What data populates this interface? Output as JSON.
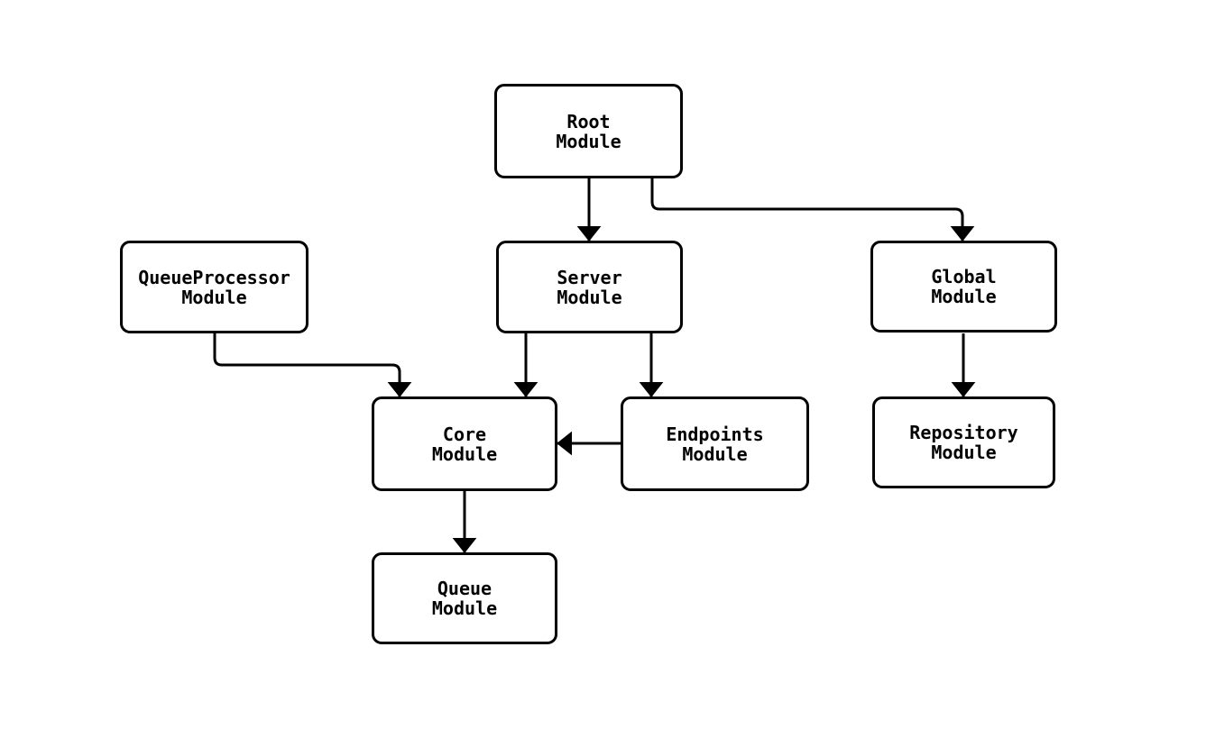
{
  "diagram": {
    "type": "flowchart",
    "direction": "top-down",
    "colors": {
      "stroke": "#000000",
      "node_fill": "#ffffff",
      "background": "#ffffff"
    },
    "nodes": {
      "root": {
        "label": "Root\nModule"
      },
      "server": {
        "label": "Server\nModule"
      },
      "queueprocessor": {
        "label": "QueueProcessor\nModule"
      },
      "global": {
        "label": "Global\nModule"
      },
      "core": {
        "label": "Core\nModule"
      },
      "endpoints": {
        "label": "Endpoints\nModule"
      },
      "repository": {
        "label": "Repository\nModule"
      },
      "queue": {
        "label": "Queue\nModule"
      }
    },
    "edges": [
      {
        "from": "Root Module",
        "to": "Server Module"
      },
      {
        "from": "Root Module",
        "to": "Global Module"
      },
      {
        "from": "Server Module",
        "to": "Core Module"
      },
      {
        "from": "Server Module",
        "to": "Endpoints Module"
      },
      {
        "from": "QueueProcessor Module",
        "to": "Core Module"
      },
      {
        "from": "Endpoints Module",
        "to": "Core Module"
      },
      {
        "from": "Global Module",
        "to": "Repository Module"
      },
      {
        "from": "Core Module",
        "to": "Queue Module"
      }
    ]
  }
}
